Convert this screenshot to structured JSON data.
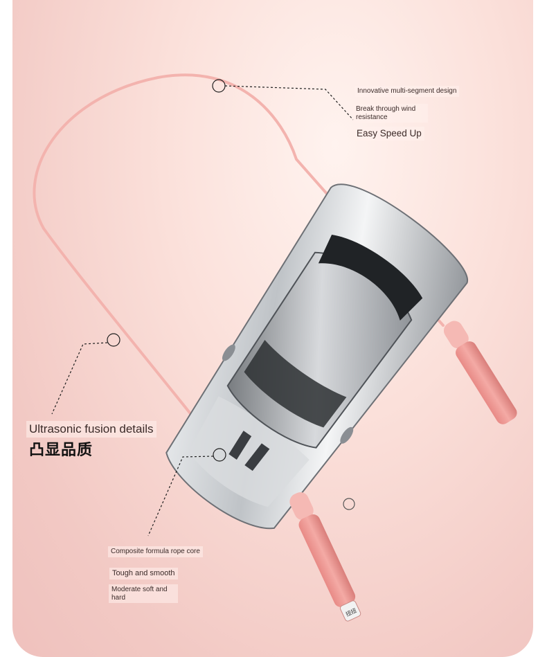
{
  "callouts": {
    "top": {
      "line1": "Innovative multi-segment design",
      "line2": "Break through wind resistance",
      "line3": "Easy Speed Up"
    },
    "left": {
      "line1": "Ultrasonic fusion details",
      "line2": "凸显品质"
    },
    "bottom": {
      "line1": "Composite formula rope core",
      "line2": "Tough and smooth",
      "line3": "Moderate soft and hard"
    }
  },
  "handle_tag": "扭扭",
  "colors": {
    "background": "#f7d6d0",
    "rope": "#f3b6b2",
    "handle": "#e99591",
    "car": "#b9bcc0"
  }
}
